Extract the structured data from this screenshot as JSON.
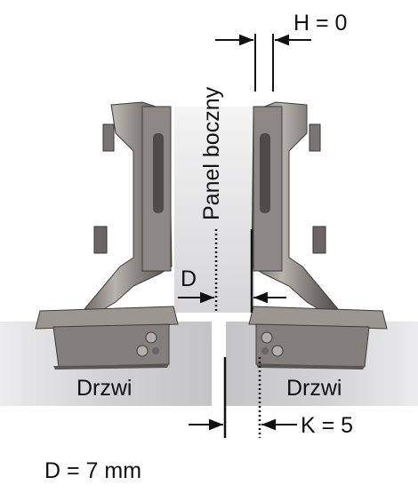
{
  "labels": {
    "h_value": "H = 0",
    "side_panel": "Panel boczny",
    "d_marker": "D",
    "door_left": "Drzwi",
    "door_right": "Drzwi",
    "k_value": "K = 5",
    "d_value": "D = 7 mm"
  },
  "colors": {
    "door": "#cfcfd1",
    "panel": "#e3e3e5",
    "metal_dark": "#5e5a57",
    "metal_mid": "#8f8a86",
    "metal_light": "#c2bdb8",
    "line": "#111111"
  },
  "icons": {
    "hinge_left": "concealed-hinge-icon",
    "hinge_right": "concealed-hinge-icon",
    "arrow": "dimension-arrow-icon"
  }
}
